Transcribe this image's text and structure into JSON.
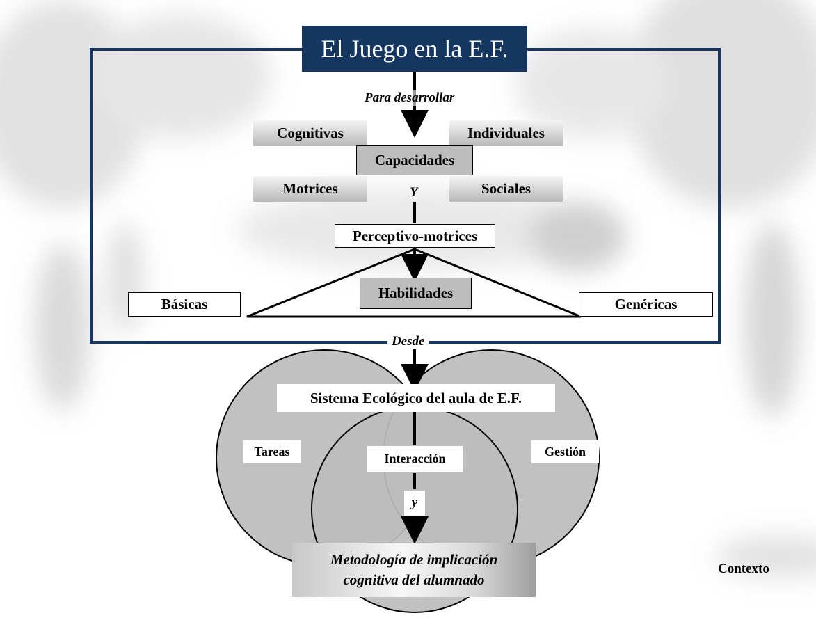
{
  "title": "El Juego en la E.F.",
  "connectors": {
    "para_desarrollar": "Para desarrollar",
    "y_upper": "Y",
    "desde": "Desde",
    "y_lower": "y"
  },
  "capacidades": {
    "center": "Capacidades",
    "top_left": "Cognitivas",
    "top_right": "Individuales",
    "bottom_left": "Motrices",
    "bottom_right": "Sociales"
  },
  "habilidades": {
    "apex": "Perceptivo-motrices",
    "center": "Habilidades",
    "left": "Básicas",
    "right": "Genéricas"
  },
  "sistema": {
    "title": "Sistema Ecológico del aula de E.F.",
    "left": "Tareas",
    "center": "Interacción",
    "right": "Gestión"
  },
  "metodologia": {
    "line1": "Metodología de implicación",
    "line2": "cognitiva del alumnado"
  },
  "contexto": "Contexto",
  "colors": {
    "frame": "#14365f",
    "title_bg": "#14365f",
    "title_text": "#ffffff",
    "circles": "#bcbcbc"
  }
}
